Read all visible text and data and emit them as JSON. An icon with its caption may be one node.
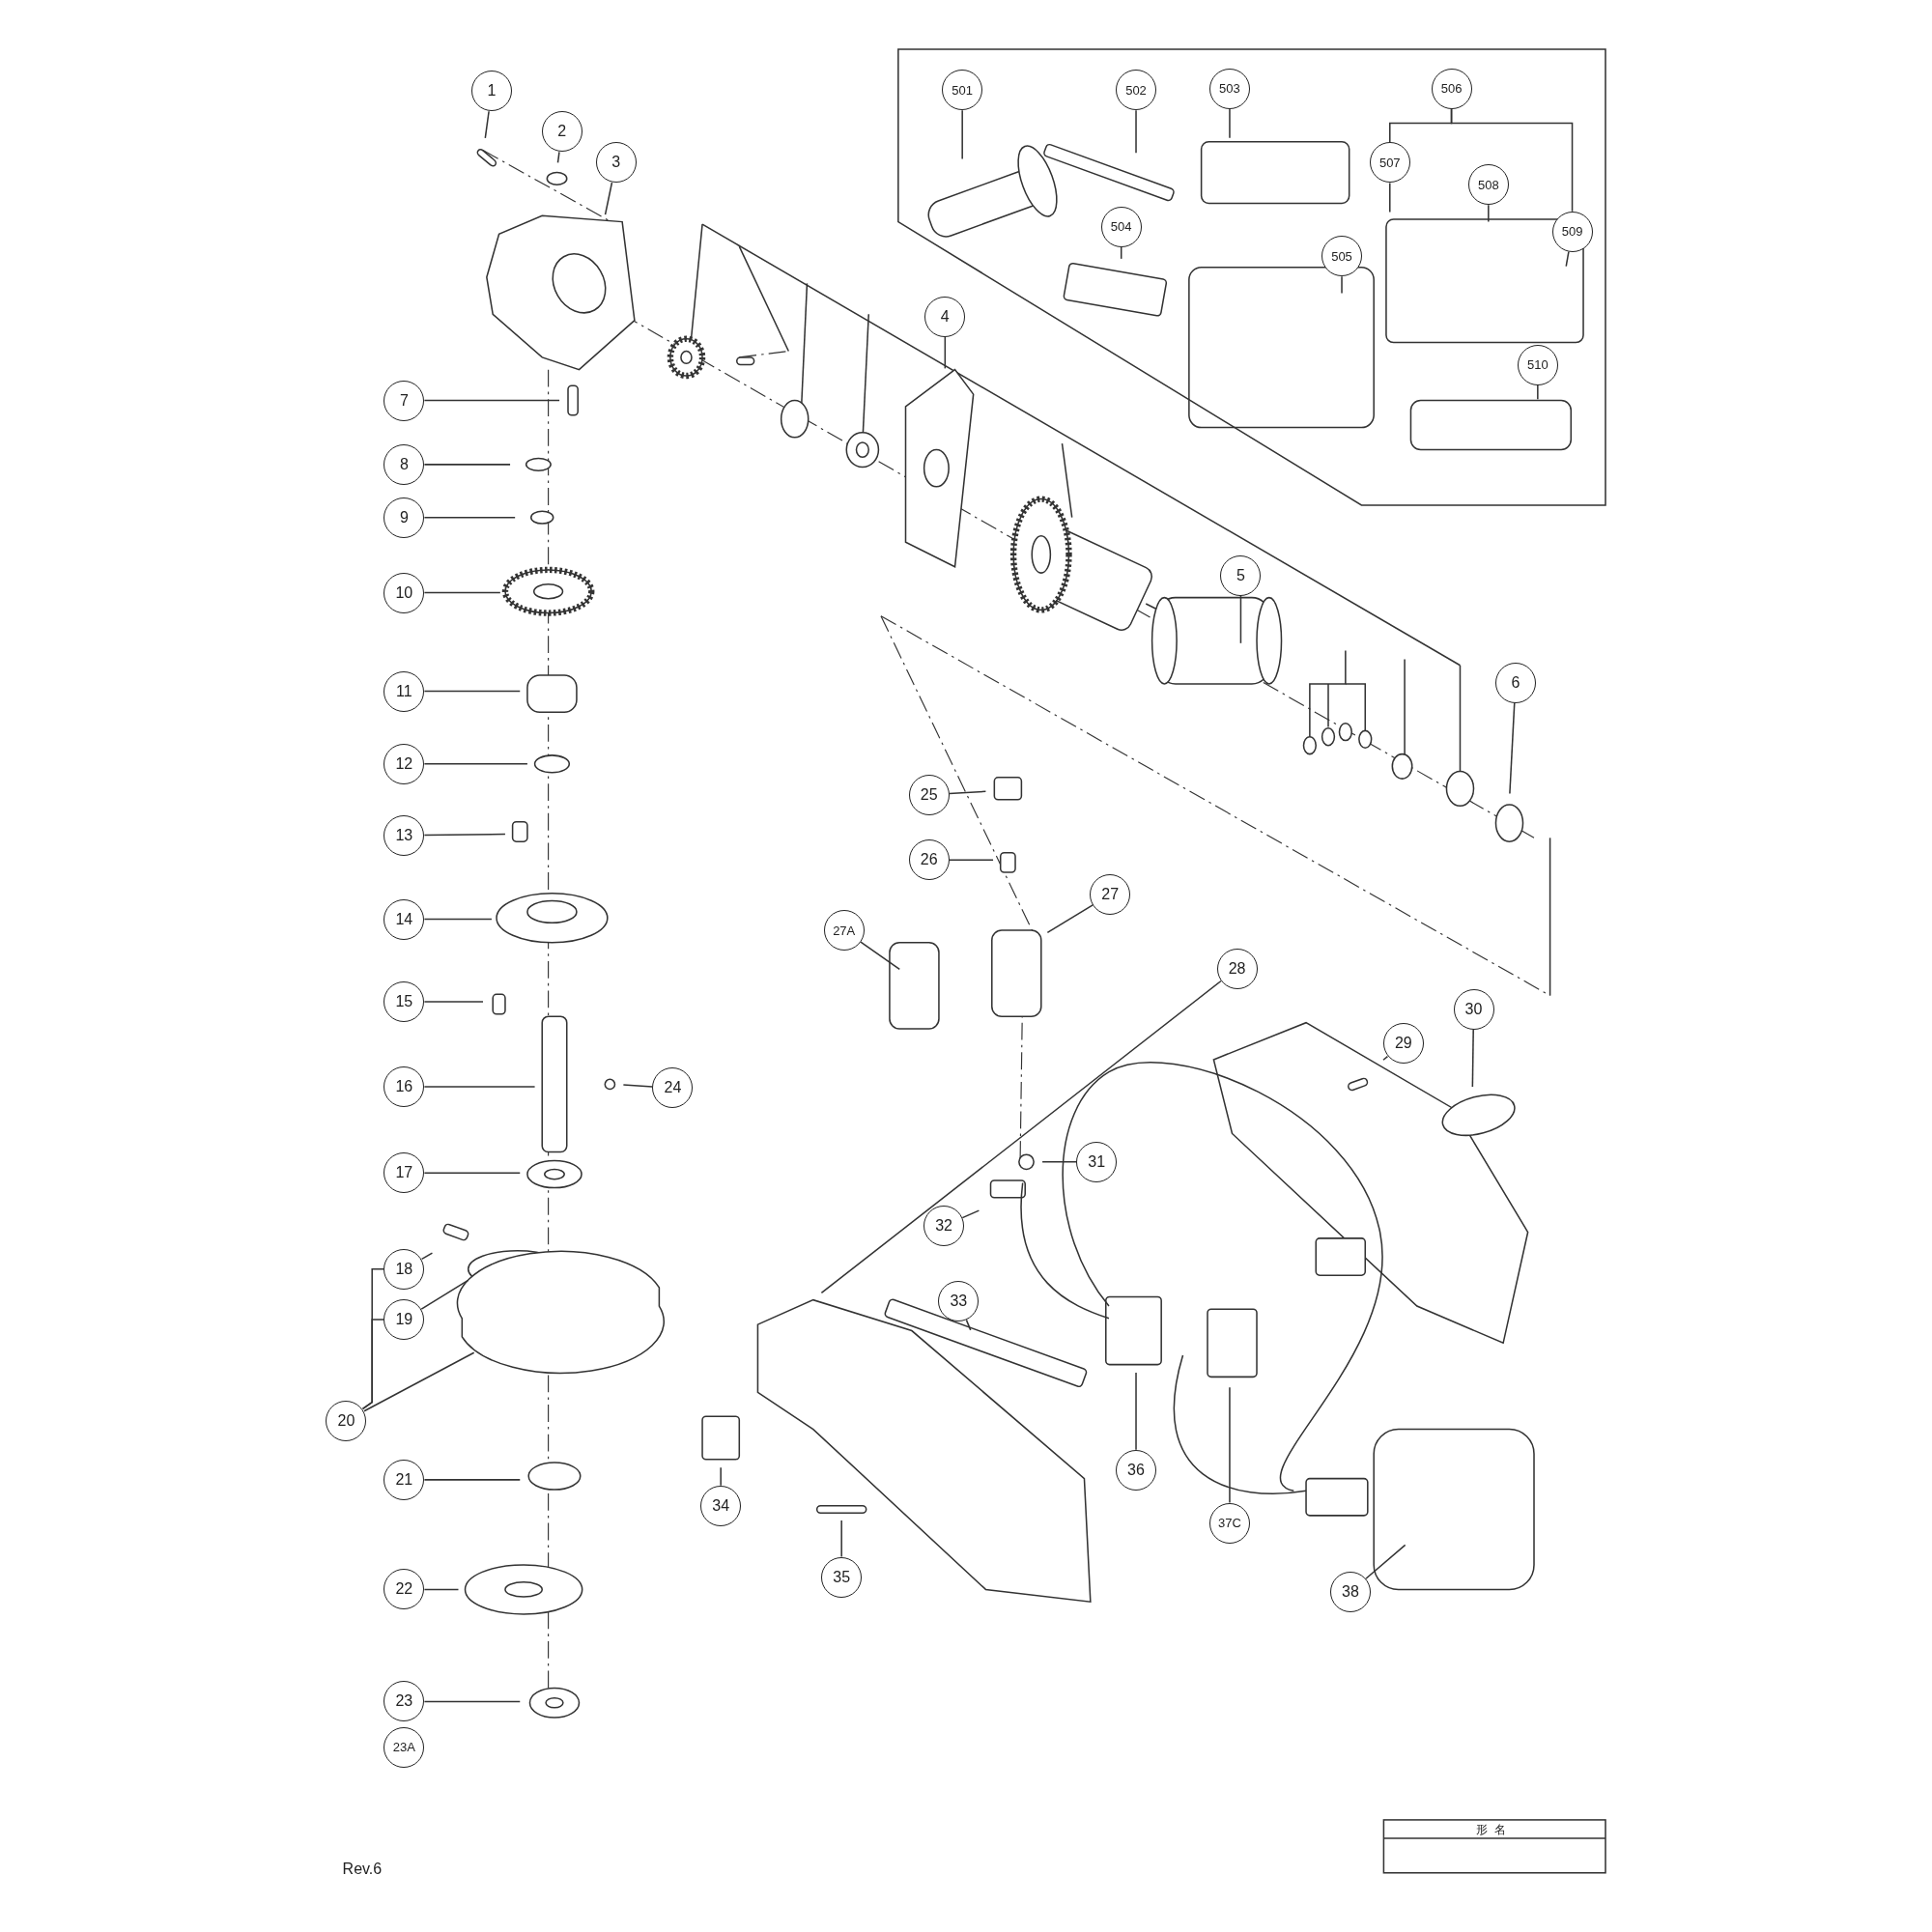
{
  "diagram": {
    "nodes": [
      {
        "text": [
          "501"
        ]
      },
      {
        "text": [
          "502"
        ]
      },
      {
        "text": [
          "503"
        ]
      },
      {
        "text": [
          "506"
        ]
      },
      {
        "text": [
          "507"
        ]
      },
      {
        "text": [
          "508"
        ]
      },
      {
        "text": [
          "509"
        ]
      },
      {
        "text": [
          "504"
        ]
      },
      {
        "text": [
          "505"
        ]
      },
      {
        "text": [
          "510"
        ]
      },
      {
        "text": [
          "1"
        ]
      },
      {
        "text": [
          "2"
        ]
      },
      {
        "text": [
          "3"
        ]
      },
      {
        "text": [
          "4"
        ]
      },
      {
        "text": [
          "7"
        ]
      },
      {
        "text": [
          "8"
        ]
      },
      {
        "text": [
          "9"
        ]
      },
      {
        "text": [
          "10"
        ]
      },
      {
        "text": [
          "5"
        ]
      },
      {
        "text": [
          "11"
        ]
      },
      {
        "text": [
          "6"
        ]
      },
      {
        "text": [
          "12"
        ]
      },
      {
        "text": [
          "25"
        ]
      },
      {
        "text": [
          "13"
        ]
      },
      {
        "text": [
          "26"
        ]
      },
      {
        "text": [
          "27"
        ]
      },
      {
        "text": [
          "27A"
        ]
      },
      {
        "text": [
          "14"
        ]
      },
      {
        "text": [
          "28"
        ]
      },
      {
        "text": [
          "15"
        ]
      },
      {
        "text": [
          "30"
        ]
      },
      {
        "text": [
          "29"
        ]
      },
      {
        "text": [
          "16"
        ]
      },
      {
        "text": [
          "24"
        ]
      },
      {
        "text": [
          "31"
        ]
      },
      {
        "text": [
          "17"
        ]
      },
      {
        "text": [
          "32"
        ]
      },
      {
        "text": [
          "18"
        ]
      },
      {
        "text": [
          "33"
        ]
      },
      {
        "text": [
          "19"
        ]
      },
      {
        "text": [
          "20"
        ]
      },
      {
        "text": [
          "21"
        ]
      },
      {
        "text": [
          "36"
        ]
      },
      {
        "text": [
          "34"
        ]
      },
      {
        "text": [
          "37C"
        ]
      },
      {
        "text": [
          "35"
        ]
      },
      {
        "text": [
          "22"
        ]
      },
      {
        "text": [
          "38"
        ]
      },
      {
        "text": [
          "23"
        ]
      },
      {
        "text": [
          "23A"
        ]
      }
    ],
    "edges": [
      {
        "from": 0,
        "to": null,
        "arrow": "none"
      },
      {
        "from": 1,
        "to": null,
        "arrow": "none"
      },
      {
        "from": 2,
        "to": null,
        "arrow": "none"
      },
      {
        "from": 4,
        "to": null,
        "arrow": "none"
      },
      {
        "from": 5,
        "to": null,
        "arrow": "none"
      },
      {
        "from": 6,
        "to": null,
        "arrow": "none"
      },
      {
        "from": 7,
        "to": null,
        "arrow": "none"
      },
      {
        "from": 8,
        "to": null,
        "arrow": "none"
      },
      {
        "from": 9,
        "to": null,
        "arrow": "none"
      },
      {
        "from": 10,
        "to": null,
        "arrow": "none"
      },
      {
        "from": 11,
        "to": null,
        "arrow": "none"
      },
      {
        "from": 12,
        "to": null,
        "arrow": "none"
      },
      {
        "from": 13,
        "to": null,
        "arrow": "none"
      },
      {
        "from": 14,
        "to": null,
        "arrow": "none"
      },
      {
        "from": 15,
        "to": null,
        "arrow": "none"
      },
      {
        "from": 16,
        "to": null,
        "arrow": "none"
      },
      {
        "from": 17,
        "to": null,
        "arrow": "none"
      },
      {
        "from": 18,
        "to": null,
        "arrow": "none"
      },
      {
        "from": 19,
        "to": null,
        "arrow": "none"
      },
      {
        "from": 20,
        "to": null,
        "arrow": "none"
      },
      {
        "from": 21,
        "to": null,
        "arrow": "none"
      },
      {
        "from": 22,
        "to": null,
        "arrow": "none"
      },
      {
        "from": 23,
        "to": null,
        "arrow": "none"
      },
      {
        "from": 24,
        "to": null,
        "arrow": "none"
      },
      {
        "from": 25,
        "to": null,
        "arrow": "none"
      },
      {
        "from": 26,
        "to": null,
        "arrow": "none"
      },
      {
        "from": 27,
        "to": null,
        "arrow": "none"
      },
      {
        "from": 28,
        "to": null,
        "arrow": "none"
      },
      {
        "from": 29,
        "to": null,
        "arrow": "none"
      },
      {
        "from": 30,
        "to": null,
        "arrow": "none"
      },
      {
        "from": 31,
        "to": null,
        "arrow": "none"
      },
      {
        "from": 32,
        "to": null,
        "arrow": "none"
      },
      {
        "from": 33,
        "to": null,
        "arrow": "none"
      },
      {
        "from": 34,
        "to": null,
        "arrow": "none"
      },
      {
        "from": 35,
        "to": null,
        "arrow": "none"
      },
      {
        "from": 36,
        "to": null,
        "arrow": "none"
      },
      {
        "from": 37,
        "to": null,
        "arrow": "none"
      },
      {
        "from": 38,
        "to": null,
        "arrow": "none"
      },
      {
        "from": 39,
        "to": null,
        "arrow": "none"
      },
      {
        "from": 40,
        "to": null,
        "arrow": "none"
      },
      {
        "from": 41,
        "to": null,
        "arrow": "none"
      },
      {
        "from": 42,
        "to": null,
        "arrow": "none"
      },
      {
        "from": 43,
        "to": null,
        "arrow": "none"
      },
      {
        "from": 44,
        "to": null,
        "arrow": "none"
      },
      {
        "from": 45,
        "to": null,
        "arrow": "none"
      },
      {
        "from": 46,
        "to": null,
        "arrow": "none"
      },
      {
        "from": 47,
        "to": null,
        "arrow": "none"
      },
      {
        "from": 48,
        "to": null,
        "arrow": "none"
      },
      {
        "from": 3,
        "to": 4,
        "arrow": "none"
      },
      {
        "from": 3,
        "to": 6,
        "arrow": "none"
      },
      {
        "from": 37,
        "to": 40,
        "arrow": "none"
      },
      {
        "from": 39,
        "to": 40,
        "arrow": "none"
      }
    ],
    "labels": [
      "形名",
      "Rev.6"
    ]
  }
}
